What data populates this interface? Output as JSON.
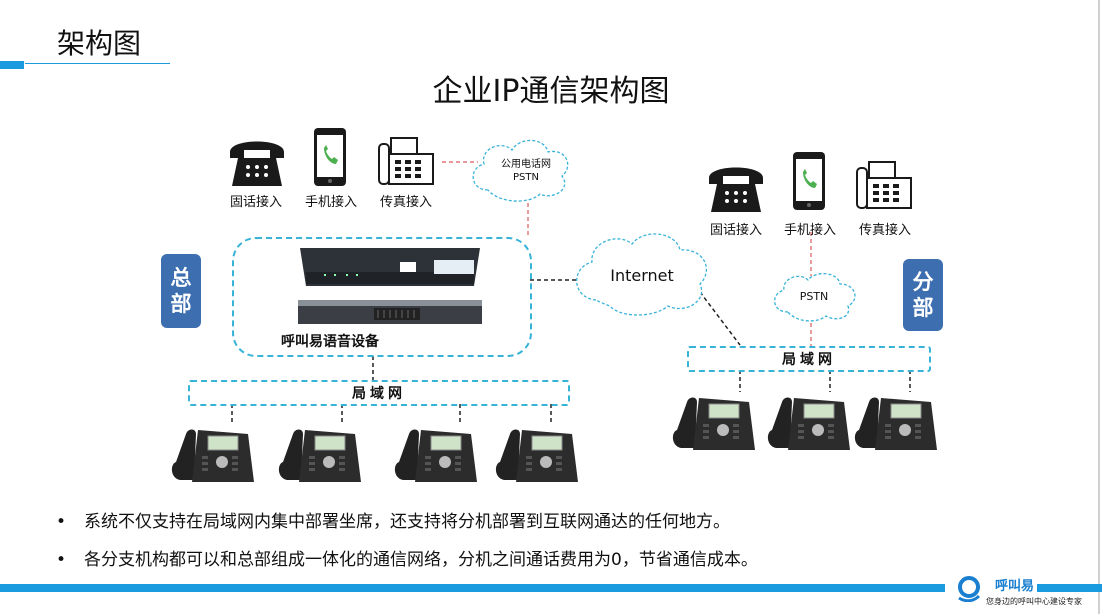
{
  "header": {
    "title": "架构图"
  },
  "diagram": {
    "title": "企业IP通信架构图",
    "hq": {
      "badge": "总\n部",
      "access": [
        "固话接入",
        "手机接入",
        "传真接入"
      ],
      "pstn_cloud": "公用电话网\nPSTN",
      "device_label": "呼叫易语音设备",
      "lan_label": "局域网"
    },
    "internet_cloud": "Internet",
    "branch": {
      "badge": "分\n部",
      "access": [
        "固话接入",
        "手机接入",
        "传真接入"
      ],
      "pstn_cloud": "PSTN",
      "lan_label": "局域网"
    }
  },
  "bullets": [
    "系统不仅支持在局域网内集中部署坐席，还支持将分机部署到互联网通达的任何地方。",
    "各分支机构都可以和总部组成一体化的通信网络，分机之间通话费用为0，节省通信成本。"
  ],
  "logo": {
    "name": "呼叫易",
    "slogan": "您身边的呼叫中心建设专家"
  },
  "colors": {
    "accent": "#1a9be0",
    "badge": "#3d6fb0",
    "dash": "#38b3d8",
    "connector": "#d95a5a"
  }
}
